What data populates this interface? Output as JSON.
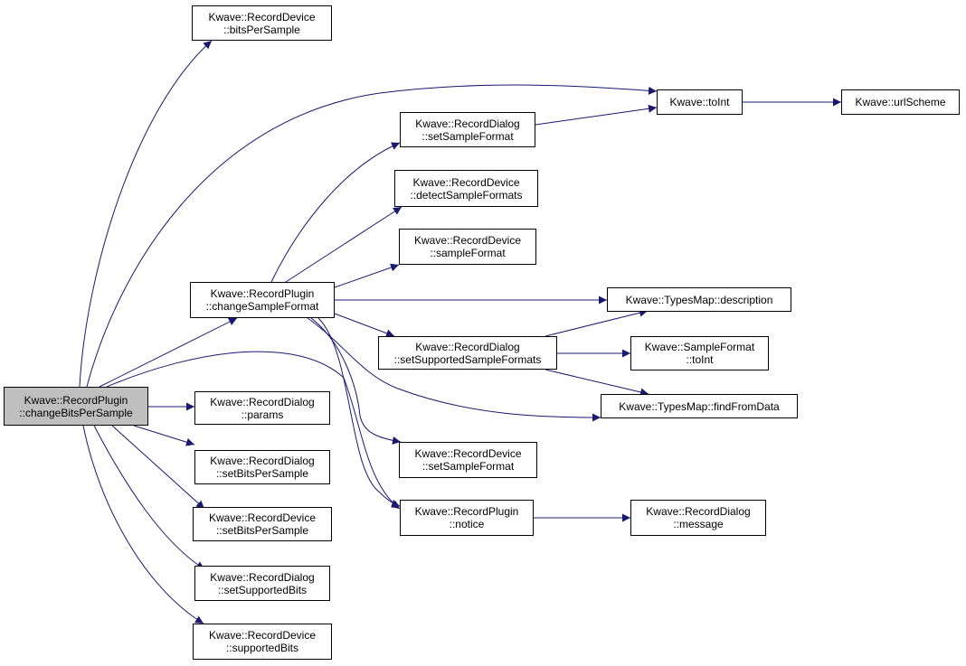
{
  "colors": {
    "edge": "#191970",
    "root_fill": "#bfbfbf",
    "node_fill": "#ffffff",
    "border": "#000000"
  },
  "nodes": [
    {
      "id": "root",
      "line1": "Kwave::RecordPlugin",
      "line2": "::changeBitsPerSample"
    },
    {
      "id": "rd_bps",
      "line1": "Kwave::RecordDevice",
      "line2": "::bitsPerSample"
    },
    {
      "id": "toint",
      "line1": "Kwave::toInt",
      "line2": ""
    },
    {
      "id": "urlscheme",
      "line1": "Kwave::urlScheme",
      "line2": ""
    },
    {
      "id": "rdlg_ssf",
      "line1": "Kwave::RecordDialog",
      "line2": "::setSampleFormat"
    },
    {
      "id": "rd_dsf",
      "line1": "Kwave::RecordDevice",
      "line2": "::detectSampleFormats"
    },
    {
      "id": "rd_sf",
      "line1": "Kwave::RecordDevice",
      "line2": "::sampleFormat"
    },
    {
      "id": "rp_csf",
      "line1": "Kwave::RecordPlugin",
      "line2": "::changeSampleFormat"
    },
    {
      "id": "tm_desc",
      "line1": "Kwave::TypesMap::description",
      "line2": ""
    },
    {
      "id": "rdlg_sssf",
      "line1": "Kwave::RecordDialog",
      "line2": "::setSupportedSampleFormats"
    },
    {
      "id": "sf_toint",
      "line1": "Kwave::SampleFormat",
      "line2": "::toInt"
    },
    {
      "id": "tm_ffd",
      "line1": "Kwave::TypesMap::findFromData",
      "line2": ""
    },
    {
      "id": "rdlg_params",
      "line1": "Kwave::RecordDialog",
      "line2": "::params"
    },
    {
      "id": "rdlg_sbps",
      "line1": "Kwave::RecordDialog",
      "line2": "::setBitsPerSample"
    },
    {
      "id": "rd_ssf",
      "line1": "Kwave::RecordDevice",
      "line2": "::setSampleFormat"
    },
    {
      "id": "rd_sbps",
      "line1": "Kwave::RecordDevice",
      "line2": "::setBitsPerSample"
    },
    {
      "id": "rp_notice",
      "line1": "Kwave::RecordPlugin",
      "line2": "::notice"
    },
    {
      "id": "rdlg_msg",
      "line1": "Kwave::RecordDialog",
      "line2": "::message"
    },
    {
      "id": "rdlg_ssb",
      "line1": "Kwave::RecordDialog",
      "line2": "::setSupportedBits"
    },
    {
      "id": "rd_sb",
      "line1": "Kwave::RecordDevice",
      "line2": "::supportedBits"
    }
  ],
  "edges": [
    {
      "from": "root",
      "to": "rd_bps"
    },
    {
      "from": "root",
      "to": "toint"
    },
    {
      "from": "root",
      "to": "rp_csf"
    },
    {
      "from": "root",
      "to": "rp_notice"
    },
    {
      "from": "root",
      "to": "rdlg_params"
    },
    {
      "from": "root",
      "to": "rdlg_sbps"
    },
    {
      "from": "root",
      "to": "rd_sbps"
    },
    {
      "from": "root",
      "to": "rdlg_ssb"
    },
    {
      "from": "root",
      "to": "rd_sb"
    },
    {
      "from": "toint",
      "to": "urlscheme"
    },
    {
      "from": "rdlg_ssf",
      "to": "toint"
    },
    {
      "from": "rp_csf",
      "to": "rdlg_ssf"
    },
    {
      "from": "rp_csf",
      "to": "rd_dsf"
    },
    {
      "from": "rp_csf",
      "to": "rd_sf"
    },
    {
      "from": "rp_csf",
      "to": "tm_desc"
    },
    {
      "from": "rp_csf",
      "to": "rdlg_sssf"
    },
    {
      "from": "rp_csf",
      "to": "tm_ffd"
    },
    {
      "from": "rp_csf",
      "to": "rd_ssf"
    },
    {
      "from": "rp_csf",
      "to": "rp_notice"
    },
    {
      "from": "rdlg_sssf",
      "to": "tm_desc"
    },
    {
      "from": "rdlg_sssf",
      "to": "sf_toint"
    },
    {
      "from": "rdlg_sssf",
      "to": "tm_ffd"
    },
    {
      "from": "rp_notice",
      "to": "rdlg_msg"
    }
  ]
}
